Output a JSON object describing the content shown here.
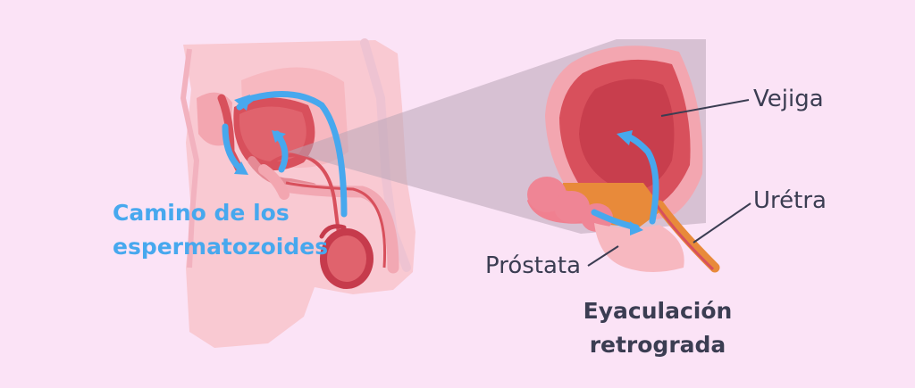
{
  "labels": {
    "path_caption_line1": "Camino de los",
    "path_caption_line2": "espermatozoides",
    "vejiga": "Vejiga",
    "uretra": "Urétra",
    "prostata": "Próstata",
    "title_line1": "Eyaculación",
    "title_line2": "retrograda"
  },
  "colors": {
    "background": "#fbe3f6",
    "arrow_blue": "#47a8ee",
    "text_dark": "#3b3d52",
    "organ_red": "#d8505c",
    "organ_pink": "#f3a6b0",
    "zoom_cone": "#d4c2d0"
  }
}
